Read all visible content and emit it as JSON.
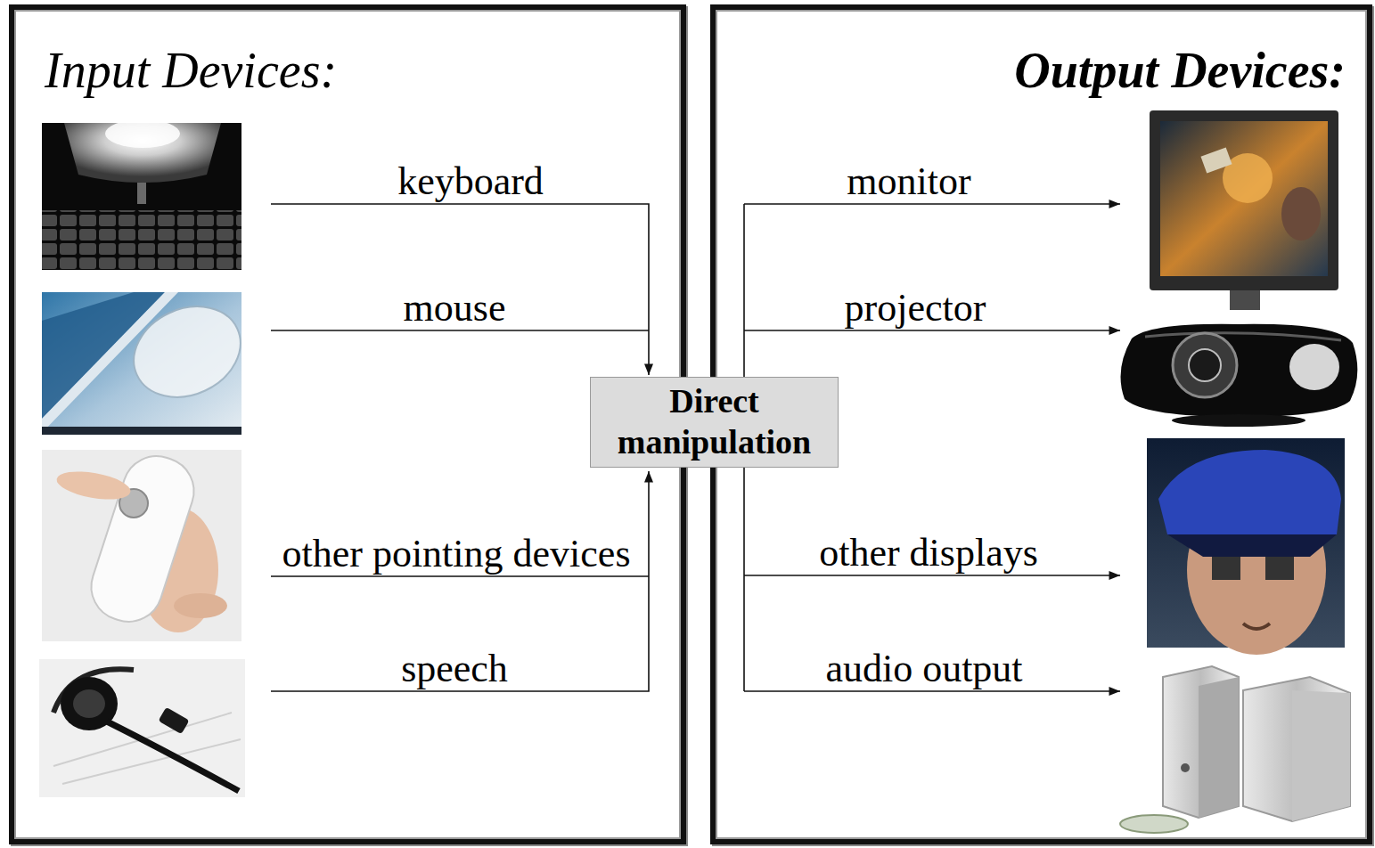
{
  "diagram": {
    "nodes": [
      {
        "text": [
          "Input Devices:"
        ]
      },
      {
        "text": [
          "Direct manipulation"
        ]
      },
      {
        "text": [
          "Output Devices:"
        ]
      }
    ],
    "labels": [
      "keyboard",
      "mouse",
      "other pointing devices",
      "speech",
      "monitor",
      "projector",
      "other displays",
      "audio output"
    ]
  }
}
